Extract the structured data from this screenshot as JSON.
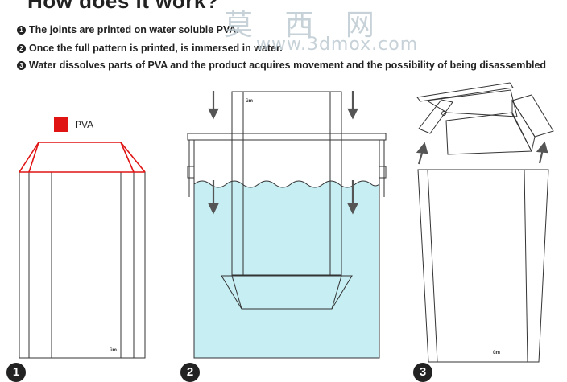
{
  "header": {
    "title": "How does it work?",
    "steps": [
      {
        "marker": "1",
        "text": "The joints are printed on water soluble PVA."
      },
      {
        "marker": "2",
        "text": "Once the full pattern is printed, is immersed in water."
      },
      {
        "marker": "3",
        "text": "Water dissolves parts of PVA and the product acquires movement and the possibility of being disassembled"
      }
    ]
  },
  "watermark": {
    "chars": "莫 西 网",
    "url": "www.3dmox.com"
  },
  "legend": {
    "label": "PVA",
    "color": "#e11414"
  },
  "panels": [
    {
      "number": "1",
      "brand": "ŭm"
    },
    {
      "number": "2",
      "brand": "ŭm"
    },
    {
      "number": "3",
      "brand": "ŭm"
    }
  ],
  "colors": {
    "water": "#c6eef3",
    "outline": "#333333",
    "pva": "#e11414",
    "arrow": "#555555"
  }
}
